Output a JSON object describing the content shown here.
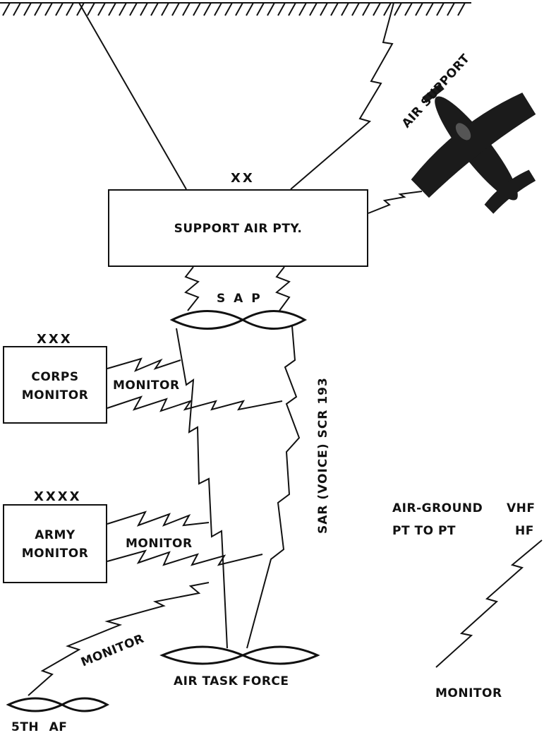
{
  "support_air_party": {
    "echelon": "XX",
    "label": "SUPPORT AIR PTY."
  },
  "corps": {
    "echelon": "XXX",
    "line1": "CORPS",
    "line2": "MONITOR"
  },
  "army": {
    "echelon": "XXXX",
    "line1": "ARMY",
    "line2": "MONITOR"
  },
  "labels": {
    "air_support": "AIR SUPPORT",
    "sap": "S A P",
    "corps_monitor_link": "MONITOR",
    "army_monitor_link": "MONITOR",
    "fifth_af_monitor_link": "MONITOR",
    "sar_voice": "SAR (VOICE) SCR 193",
    "air_task_force": "AIR TASK FORCE",
    "fifth_af": "5TH AF"
  },
  "legend": {
    "row1_left": "AIR-GROUND",
    "row1_right": "VHF",
    "row2_left": "PT TO PT",
    "row2_right": "HF",
    "monitor": "MONITOR"
  }
}
